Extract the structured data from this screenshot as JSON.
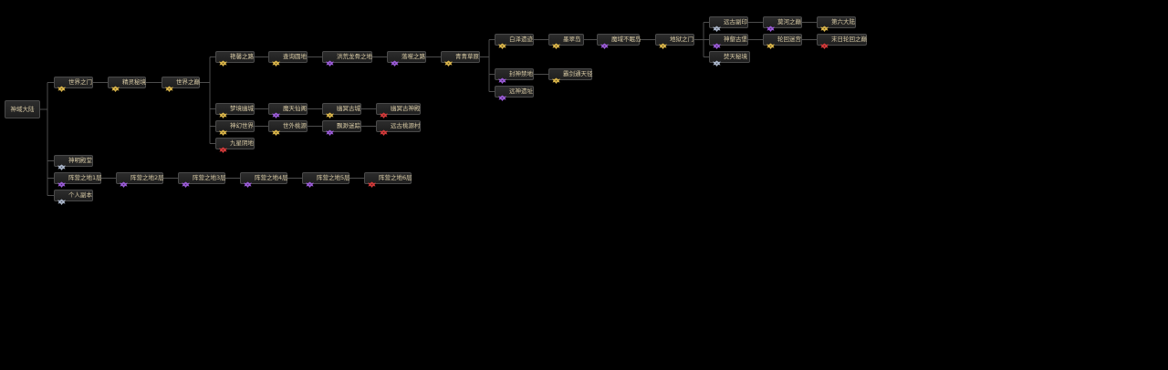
{
  "colors": {
    "gold": "#d9b44a",
    "purple": "#9a5bd6",
    "red": "#d23a3a",
    "silver": "#a9b4c8",
    "line": "#4d4d4d",
    "label": "#d7c9a4"
  },
  "root": {
    "label": "神域大陆"
  },
  "nodes": [
    {
      "label": "世界之门",
      "icon": "gold"
    },
    {
      "label": "精灵秘境",
      "icon": "gold"
    },
    {
      "label": "世界之巅",
      "icon": "gold"
    },
    {
      "label": "艳馨之路",
      "icon": "gold"
    },
    {
      "label": "查询圆地",
      "icon": "gold"
    },
    {
      "label": "洪荒龙骨之地",
      "icon": "purple"
    },
    {
      "label": "落噬之路",
      "icon": "purple"
    },
    {
      "label": "青青草原",
      "icon": "gold"
    },
    {
      "label": "白泽遗迹",
      "icon": "gold"
    },
    {
      "label": "墨翠岛",
      "icon": "gold"
    },
    {
      "label": "魔域不眠岛",
      "icon": "purple"
    },
    {
      "label": "地狱之门",
      "icon": "gold"
    },
    {
      "label": "远古副印",
      "icon": "silver"
    },
    {
      "label": "莫河之巅",
      "icon": "purple"
    },
    {
      "label": "第六大陆",
      "icon": "gold"
    },
    {
      "label": "神壑古堡",
      "icon": "purple"
    },
    {
      "label": "轮回迷宫",
      "icon": "gold"
    },
    {
      "label": "末日轮回之巅",
      "icon": "red"
    },
    {
      "label": "焚天秘境",
      "icon": "silver"
    },
    {
      "label": "封神禁地",
      "icon": "purple"
    },
    {
      "label": "霸剑通天径",
      "icon": "gold"
    },
    {
      "label": "远神遗址",
      "icon": "purple"
    },
    {
      "label": "梦境幽城",
      "icon": "gold"
    },
    {
      "label": "魔天仙阁",
      "icon": "purple"
    },
    {
      "label": "幽冥古城",
      "icon": "gold"
    },
    {
      "label": "幽冥古神殿",
      "icon": "red"
    },
    {
      "label": "神幻世界",
      "icon": "gold"
    },
    {
      "label": "世外桃源",
      "icon": "gold"
    },
    {
      "label": "飘渺迷踪",
      "icon": "purple"
    },
    {
      "label": "远古桃源村",
      "icon": "red"
    },
    {
      "label": "九星阴地",
      "icon": "red"
    },
    {
      "label": "神明殿堂",
      "icon": "silver"
    },
    {
      "label": "阵营之地1层",
      "icon": "purple"
    },
    {
      "label": "阵营之地2层",
      "icon": "purple"
    },
    {
      "label": "阵营之地3层",
      "icon": "purple"
    },
    {
      "label": "阵营之地4层",
      "icon": "purple"
    },
    {
      "label": "阵营之地5层",
      "icon": "purple"
    },
    {
      "label": "阵营之地6层",
      "icon": "red"
    },
    {
      "label": "个人副本",
      "icon": "silver"
    }
  ]
}
